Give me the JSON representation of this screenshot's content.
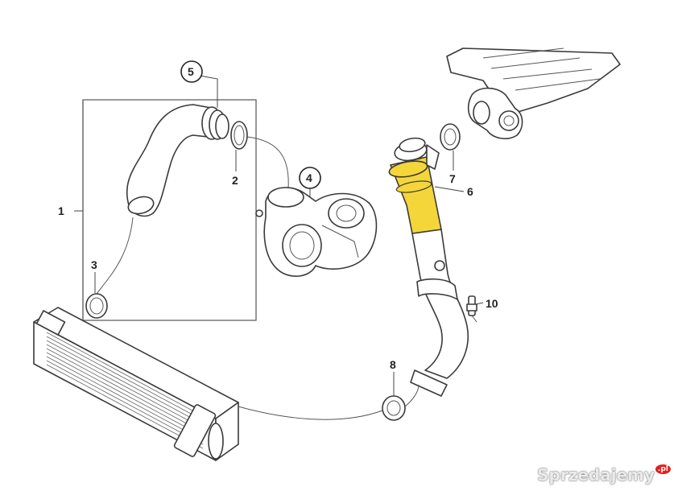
{
  "callouts": {
    "c1": "1",
    "c2": "2",
    "c3": "3",
    "c4": "4",
    "c5": "5",
    "c6": "6",
    "c7": "7",
    "c8": "8",
    "c10": "10"
  },
  "watermark": {
    "brand": "Sprzedajemy",
    "suffix": ".pl"
  },
  "colors": {
    "highlight_hose": "#f5d63a",
    "line": "#3a3a3a"
  }
}
